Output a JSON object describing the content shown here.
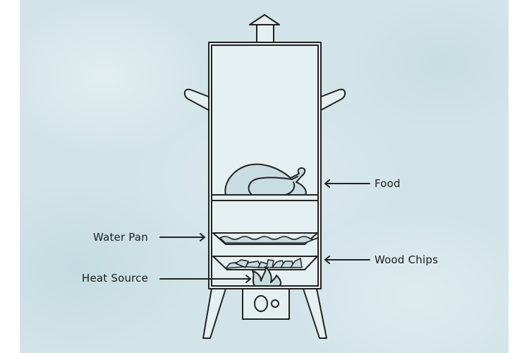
{
  "diagram": {
    "type": "vertical water smoker",
    "colors": {
      "background": "#d2e4e8",
      "line": "#222222",
      "interior": "#e4eff1",
      "fill_accent": "#c5dbe0",
      "text": "#1c1c1c"
    },
    "components": [
      {
        "name": "chimney-vent"
      },
      {
        "name": "smoker-body"
      },
      {
        "name": "handles"
      },
      {
        "name": "food-turkey"
      },
      {
        "name": "food-rack"
      },
      {
        "name": "water-pan"
      },
      {
        "name": "wood-chips-tray"
      },
      {
        "name": "flame"
      },
      {
        "name": "control-box"
      },
      {
        "name": "legs"
      }
    ],
    "labels": {
      "food": "Food",
      "water_pan": "Water Pan",
      "wood_chips": "Wood Chips",
      "heat_source": "Heat Source"
    },
    "arrows": [
      {
        "label": "Food",
        "direction": "left"
      },
      {
        "label": "Water Pan",
        "direction": "right"
      },
      {
        "label": "Wood Chips",
        "direction": "left"
      },
      {
        "label": "Heat Source",
        "direction": "right"
      }
    ]
  }
}
